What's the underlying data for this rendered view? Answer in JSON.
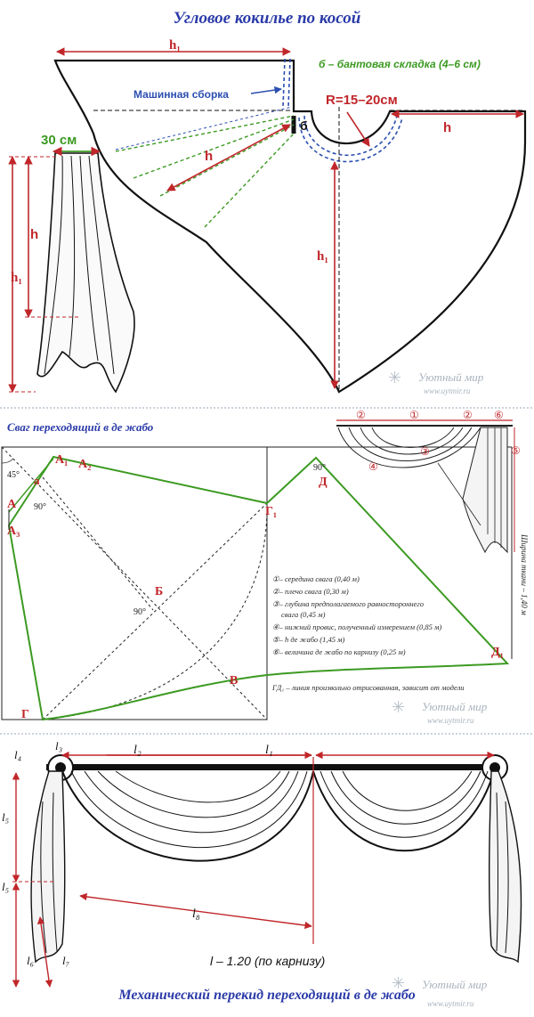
{
  "section1": {
    "title": "Угловое кокилье по косой",
    "label_h1_top": "h₁",
    "label_h1_right": "h₁",
    "label_h1_left": "h₁",
    "label_h_right": "h",
    "label_h_diag": "h",
    "label_h_left": "h",
    "label_b": "б",
    "fold_note": "б – бантовая складка (4–6 см)",
    "gather_note": "Машинная сборка",
    "radius": "R=15–20см",
    "width_30": "30 см"
  },
  "section2": {
    "title": "Сваг переходящий в де жабо",
    "pts": {
      "A": "А",
      "A1": "А₁",
      "A2": "А₂",
      "A3": "А₃",
      "a": "а",
      "B": "Б",
      "V": "В",
      "G": "Г",
      "G1": "Г₁",
      "D": "Д",
      "D1": "Д₁"
    },
    "angles": {
      "a45": "45°",
      "a90_left": "90°",
      "a90_top": "90°",
      "a90_center": "90°"
    },
    "legend": [
      "①– середина свага (0,40 м)",
      "②– плечо свага (0,30 м)",
      "③– глубина предполагаемого равностороннего",
      "свага (0,45 м)",
      "④– нижний провис, полученный измерением (0,85 м)",
      "⑤– h де жабо (1,45 м)",
      "⑥– величина де жабо по карнизу (0,25 м)"
    ],
    "gd_note": "ГД₁ – линия произвольно отрисованная, зависит от модели",
    "fabric_width": "Ширина ткани – 1,40 м",
    "sketch_nums": [
      "②",
      "①",
      "②",
      "⑥",
      "③",
      "④",
      "⑤"
    ]
  },
  "section3": {
    "title": "Механический перекид переходящий в де жабо",
    "labels": {
      "l1": "l₁",
      "l2": "l₂",
      "l3": "l₃",
      "l4": "l₄",
      "l5": "l₅",
      "l5b": "l₅",
      "l6": "l₆",
      "l7": "l₇",
      "l8": "l₈"
    },
    "cornice_note": "l – 1.20 (по карнизу)"
  },
  "watermark": {
    "name": "Уютный мир",
    "url": "www.uytmir.ru"
  },
  "colors": {
    "accent_red": "#c0262a",
    "title_blue": "#2a3aa8",
    "pattern_green": "#3c9a22",
    "guide_blue": "#2c4fb0"
  }
}
